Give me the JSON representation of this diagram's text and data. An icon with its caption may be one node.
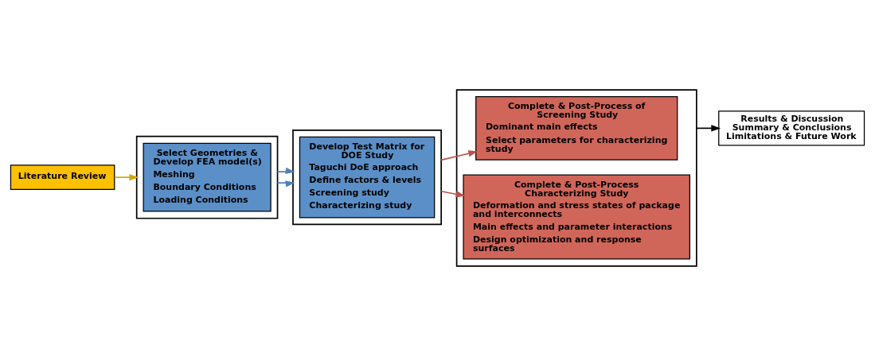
{
  "diagram": {
    "nodes": [
      {
        "text": [],
        "shape": "box"
      },
      {
        "text": [
          "Select Geometries & Develop FEA model(s)",
          "Meshing",
          "Boundary Conditions",
          "Loading Conditions"
        ],
        "in": 0
      },
      {
        "text": [
          "Literature Review"
        ]
      },
      {
        "text": [],
        "shape": "box"
      },
      {
        "text": [
          "Develop Test Matrix for DOE Study",
          "Taguchi DoE approach",
          "Define factors & levels",
          "Screening study",
          "Characterizing study"
        ],
        "in": 3
      },
      {
        "text": [],
        "shape": "box"
      },
      {
        "text": [
          "Complete & Post-Process of Screening Study",
          "Dominant main effects",
          "Select parameters for characterizing study"
        ],
        "in": 5
      },
      {
        "text": [
          "Complete & Post-Process Characterizing Study",
          "Deformation and stress states of package and interconnects",
          "Main effects and parameter interactions",
          "Design optimization and response surfaces"
        ],
        "in": 5
      },
      {
        "text": [
          "Results & Discussion",
          "Summary & Conclusions",
          "Limitations & Future Work"
        ]
      }
    ],
    "edges": [
      {
        "from": 0,
        "to": 3,
        "arrow": "to",
        "color": "#4f81bd"
      },
      {
        "from": 0,
        "to": 3,
        "arrow": "to",
        "color": "#4f81bd"
      },
      {
        "from": 2,
        "to": 0,
        "arrow": "to",
        "color": "#d4a600"
      },
      {
        "from": 3,
        "to": 6,
        "arrow": "to",
        "color": "#c0504d"
      },
      {
        "from": 3,
        "to": 7,
        "arrow": "to",
        "color": "#c0504d"
      },
      {
        "from": 5,
        "to": 8,
        "arrow": "to",
        "color": "#000000"
      }
    ]
  }
}
